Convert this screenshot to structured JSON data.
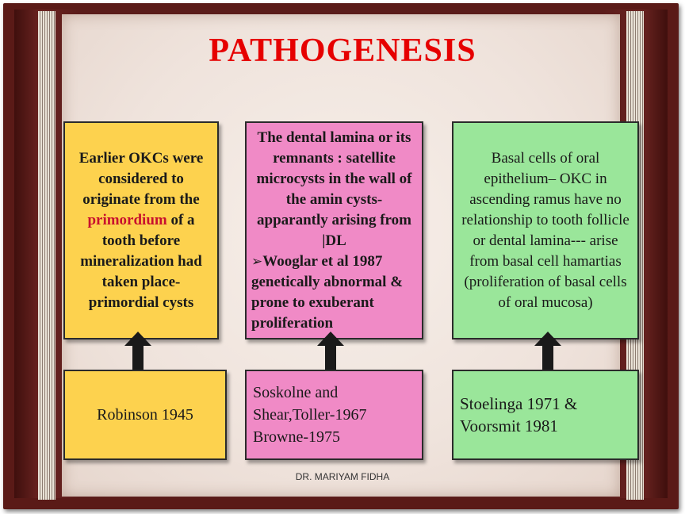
{
  "title": "PATHOGENESIS",
  "top_boxes": {
    "yellow": {
      "line_before": "Earlier OKCs were considered to originate from the",
      "highlight": "primordium",
      "line_after": "of a tooth before mineralization had taken place-primordial cysts"
    },
    "pink": {
      "para1": "The dental lamina or its remnants : satellite microcysts in the wall of the amin cysts-apparantly arising from |DL",
      "bullet": "Wooglar et al 1987 genetically abnormal & prone to exuberant proliferation"
    },
    "green": {
      "text": "Basal cells of oral epithelium– OKC in ascending ramus have no relationship to tooth follicle or dental lamina--- arise from basal cell hamartias (proliferation of basal cells of oral mucosa)"
    }
  },
  "bottom_boxes": {
    "yellow": {
      "text": "Robinson 1945"
    },
    "pink": {
      "line1": "Soskolne and",
      "line2": "Shear,Toller-1967",
      "line3": "Browne-1975"
    },
    "green": {
      "line1": "Stoelinga 1971 &",
      "line2": "Voorsmit 1981"
    }
  },
  "footer": "DR. MARIYAM FIDHA",
  "colors": {
    "title": "#e60000",
    "yellow_box": "#fdd24e",
    "pink_box": "#f08ac6",
    "green_box": "#9ae69a",
    "frame": "#5a1a17"
  },
  "icons": [
    "up-arrow-icon",
    "bullet-arrow-icon"
  ]
}
